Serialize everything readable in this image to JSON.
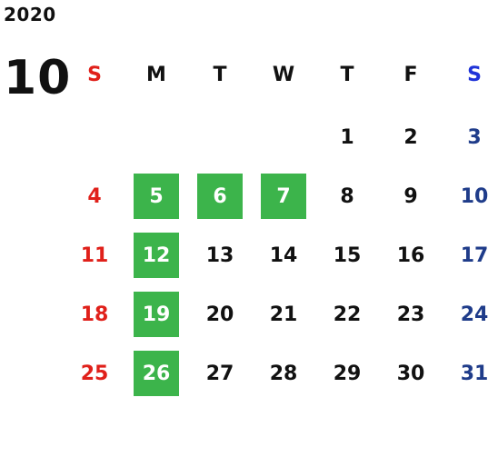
{
  "calendar": {
    "year": "2020",
    "month": "10",
    "weekdays": [
      "S",
      "M",
      "T",
      "W",
      "T",
      "F",
      "S"
    ],
    "weeks": [
      [
        "",
        "",
        "",
        "",
        "1",
        "2",
        "3"
      ],
      [
        "4",
        "5",
        "6",
        "7",
        "8",
        "9",
        "10"
      ],
      [
        "11",
        "12",
        "13",
        "14",
        "15",
        "16",
        "17"
      ],
      [
        "18",
        "19",
        "20",
        "21",
        "22",
        "23",
        "24"
      ],
      [
        "25",
        "26",
        "27",
        "28",
        "29",
        "30",
        "31"
      ]
    ],
    "highlighted_days": [
      "5",
      "6",
      "7",
      "12",
      "19",
      "26"
    ],
    "colors": {
      "sunday": "#e0201a",
      "saturday_header": "#1f33d8",
      "saturday": "#1f3c8a",
      "highlight": "#3cb44b",
      "text": "#111111"
    }
  }
}
